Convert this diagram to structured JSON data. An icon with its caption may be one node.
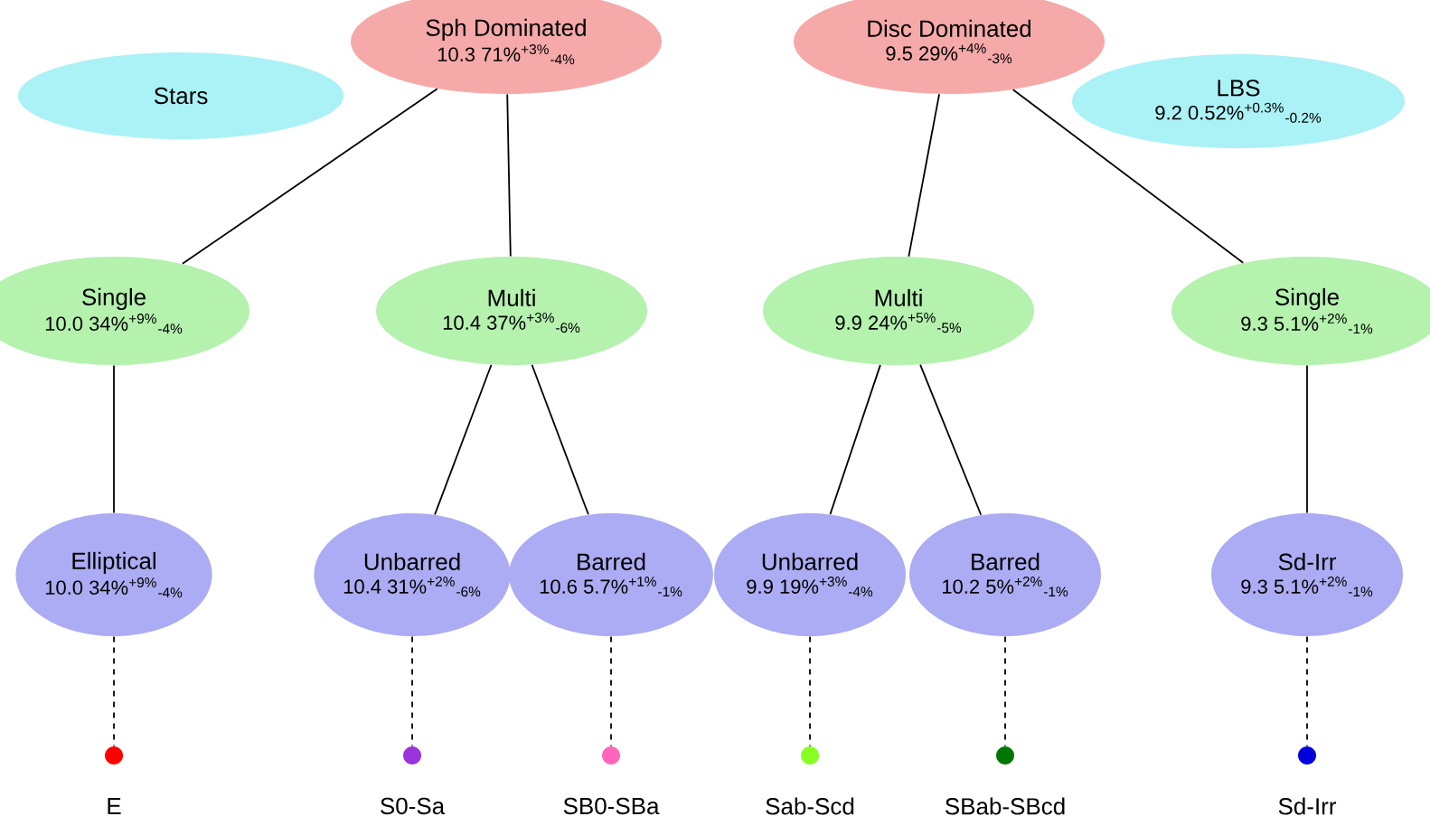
{
  "diagram": {
    "nodes": [
      {
        "text": [
          "Stars"
        ]
      },
      {
        "text": [
          "Sph Dominated",
          "10.3 71%$^{+3%}$$_{-4%}$"
        ]
      },
      {
        "text": [
          "Disc Dominated",
          "9.5 29%$^{+4%}$$_{-3%}$"
        ]
      },
      {
        "text": [
          "LBS",
          "9.2 0.52%$^{+0.3%}$$_{-0.2%}$"
        ]
      },
      {
        "text": [
          "Single",
          "10.0 34%$^{+9%}$$_{-4%}$"
        ]
      },
      {
        "text": [
          "Multi",
          "10.4 37%$^{+3%}$$_{-6%}$"
        ]
      },
      {
        "text": [
          "Multi",
          "9.9 24%$^{+5%}$$_{-5%}$"
        ]
      },
      {
        "text": [
          "Single",
          "9.3 5.1%$^{+2%}$$_{-1%}$"
        ]
      },
      {
        "text": [
          "Elliptical",
          "10.0 34%$^{+9%}$$_{-4%}$"
        ]
      },
      {
        "text": [
          "Unbarred",
          "10.4 31%$^{+2%}$$_{-6%}$"
        ]
      },
      {
        "text": [
          "Barred",
          "10.6 5.7%$^{+1%}$$_{-1%}$"
        ]
      },
      {
        "text": [
          "Unbarred",
          "9.9 19%$^{+3%}$$_{-4%}$"
        ]
      },
      {
        "text": [
          "Barred",
          "10.2 5%$^{+2%}$$_{-1%}$"
        ]
      },
      {
        "text": [
          "Sd-Irr",
          "9.3 5.1%$^{+2%}$$_{-1%}$"
        ]
      },
      {
        "text": [],
        "shape": "circle",
        "beside": [
          "E"
        ]
      },
      {
        "text": [],
        "shape": "circle",
        "beside": [
          "S0-Sa"
        ]
      },
      {
        "text": [],
        "shape": "circle",
        "beside": [
          "SB0-SBa"
        ]
      },
      {
        "text": [],
        "shape": "circle",
        "beside": [
          "Sab-Scd"
        ]
      },
      {
        "text": [],
        "shape": "circle",
        "beside": [
          "SBab-SBcd"
        ]
      },
      {
        "text": [],
        "shape": "circle",
        "beside": [
          "Sd-Irr"
        ]
      }
    ],
    "edges": [
      {
        "from": 1,
        "to": 4,
        "arrow": "none"
      },
      {
        "from": 1,
        "to": 5,
        "arrow": "none"
      },
      {
        "from": 2,
        "to": 6,
        "arrow": "none"
      },
      {
        "from": 2,
        "to": 7,
        "arrow": "none"
      },
      {
        "from": 4,
        "to": 8,
        "arrow": "none"
      },
      {
        "from": 5,
        "to": 9,
        "arrow": "none"
      },
      {
        "from": 5,
        "to": 10,
        "arrow": "none"
      },
      {
        "from": 6,
        "to": 11,
        "arrow": "none"
      },
      {
        "from": 6,
        "to": 12,
        "arrow": "none"
      },
      {
        "from": 7,
        "to": 13,
        "arrow": "none"
      },
      {
        "from": 8,
        "to": 14,
        "arrow": "none",
        "style": "dashed"
      },
      {
        "from": 9,
        "to": 15,
        "arrow": "none",
        "style": "dashed"
      },
      {
        "from": 10,
        "to": 16,
        "arrow": "none",
        "style": "dashed"
      },
      {
        "from": 11,
        "to": 17,
        "arrow": "none",
        "style": "dashed"
      },
      {
        "from": 12,
        "to": 18,
        "arrow": "none",
        "style": "dashed"
      },
      {
        "from": 13,
        "to": 19,
        "arrow": "none",
        "style": "dashed"
      }
    ]
  }
}
